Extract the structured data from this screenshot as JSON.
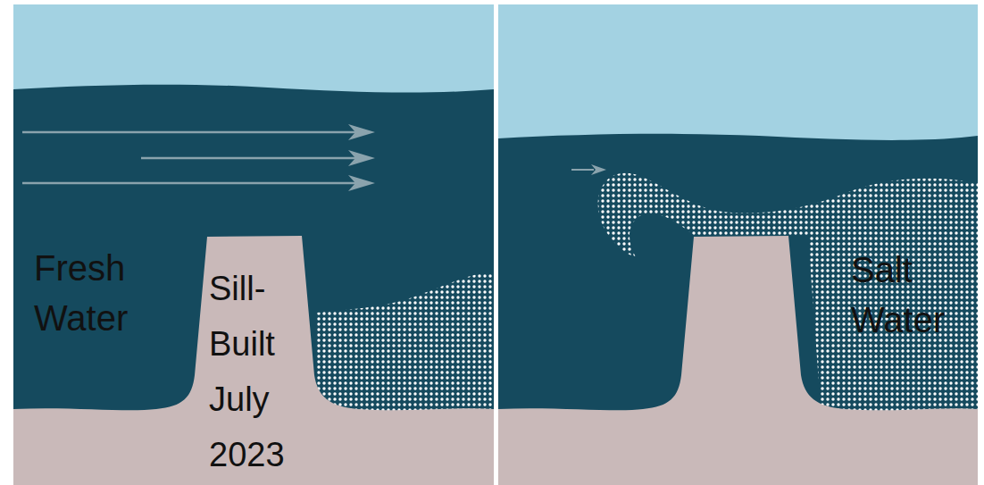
{
  "diagram": {
    "labels": [
      "Fresh Water",
      "Sill- Built July 2023",
      "Salt Water"
    ]
  }
}
